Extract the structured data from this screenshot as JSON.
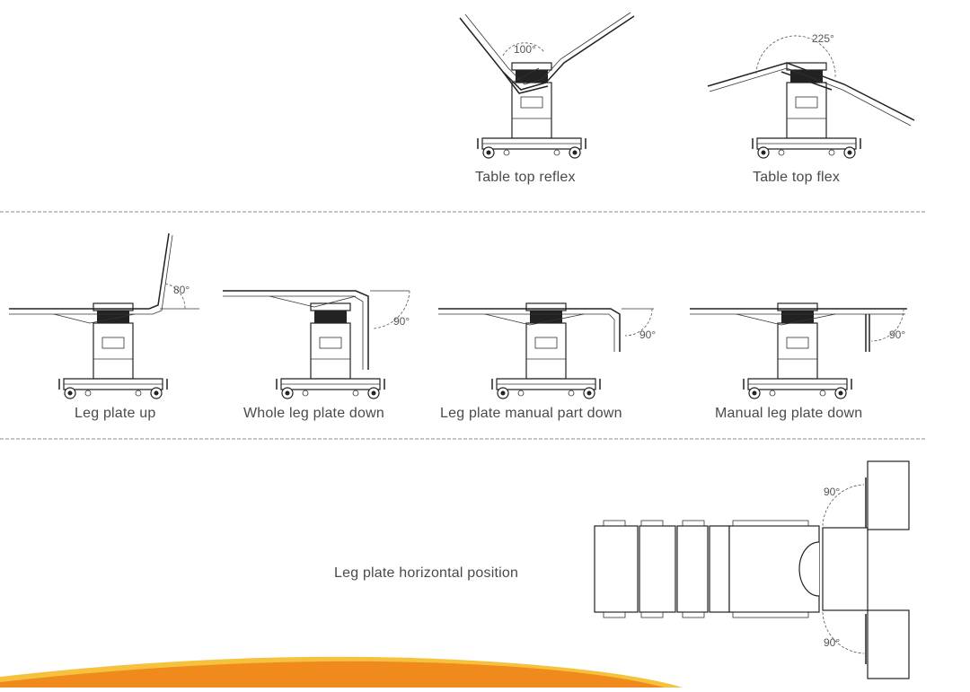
{
  "captions": {
    "table_top_reflex": "Table top reflex",
    "table_top_flex": "Table top flex",
    "leg_plate_up": "Leg plate up",
    "whole_leg_plate_down": "Whole leg plate down",
    "leg_plate_manual_part_down": "Leg plate manual part down",
    "manual_leg_plate_down": "Manual leg plate down",
    "leg_plate_horizontal_position": "Leg plate horizontal position"
  },
  "angles": {
    "reflex": "100°",
    "flex": "225°",
    "leg_up": "80°",
    "whole_leg_down": "90°",
    "manual_part_down": "90°",
    "manual_leg_down": "90°",
    "horizontal_top": "90°",
    "horizontal_bottom": "90°"
  },
  "colors": {
    "accent_orange": "#f08a1c",
    "accent_yellow": "#f6c23e"
  }
}
